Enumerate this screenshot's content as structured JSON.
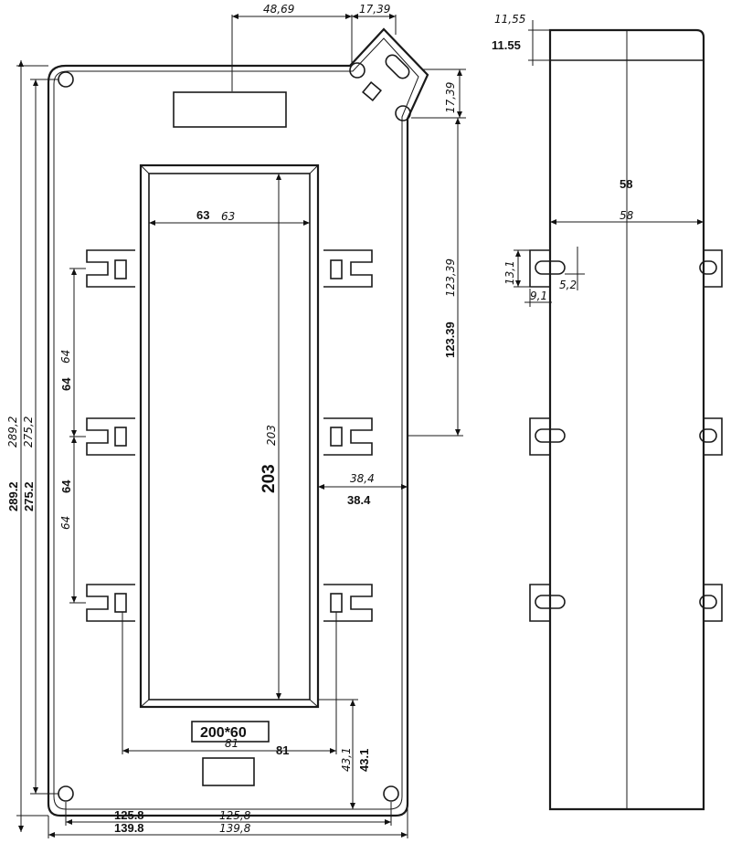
{
  "front_view": {
    "top_width_it": "48,69",
    "corner_w_it": "17,39",
    "corner_h_it": "17,39",
    "right_edge_it": "123,39",
    "right_edge_bd": "123.39",
    "window_w_bd": "63",
    "window_w_it": "63",
    "window_h_big": "203",
    "window_h_it": "203",
    "side_gap_it": "38,4",
    "side_gap_bd": "38.4",
    "pitch_1_it": "64",
    "pitch_1_bd": "64",
    "pitch_2_bd": "64",
    "pitch_2_it": "64",
    "total_h_it": "289,2",
    "total_h_bd": "289.2",
    "mount_h_it": "275,2",
    "mount_h_bd": "275.2",
    "mount_w_bd": "125.8",
    "mount_w_it": "125,8",
    "total_w_bd": "139.8",
    "total_w_it": "139,8",
    "tab_span_it": "81",
    "tab_span_bd": "81",
    "tab_drop_it": "43,1",
    "tab_drop_bd": "43.1",
    "window_label": "200*60"
  },
  "side_view": {
    "top_h_it": "11,55",
    "top_h_bd": "11.55",
    "depth_bd": "58",
    "depth_it": "58",
    "slot_h_it": "13,1",
    "slot_w_it": "9,1",
    "slot_r_it": "5,2"
  }
}
